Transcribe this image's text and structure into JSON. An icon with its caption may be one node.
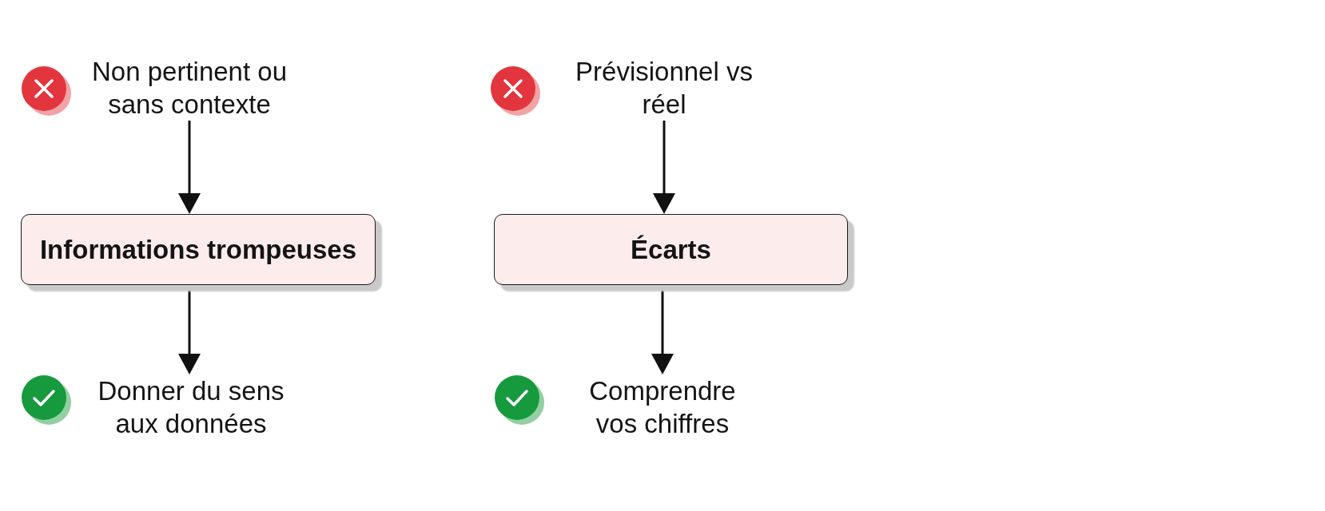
{
  "diagram": {
    "nodes": [
      {
        "text": [
          "Non pertinent ou sans contexte"
        ]
      },
      {
        "text": [
          "Prévisionnel vs réel"
        ]
      },
      {
        "text": [
          "Informations trompeuses"
        ]
      },
      {
        "text": [
          "Écarts"
        ]
      },
      {
        "text": [
          "Donner du sens aux données"
        ]
      },
      {
        "text": [
          "Comprendre vos chiffres"
        ]
      }
    ],
    "edges": [
      {
        "from": 0,
        "to": 2,
        "arrow": "to"
      },
      {
        "from": 2,
        "to": 4,
        "arrow": "to"
      },
      {
        "from": 1,
        "to": 3,
        "arrow": "to"
      },
      {
        "from": 3,
        "to": 5,
        "arrow": "to"
      }
    ]
  }
}
